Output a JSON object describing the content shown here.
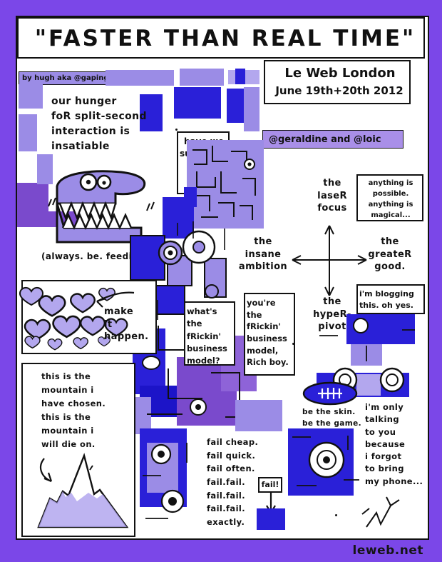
{
  "meta": {
    "kind": "hand-drawn cartoon illustration / sketchnote",
    "colors": {
      "border_purple": "#7b47e8",
      "ink": "#111111",
      "blue": "#2a20d8",
      "lavender": "#9b8ce6",
      "purple": "#7a4acc",
      "paper": "#ffffff"
    }
  },
  "title": "\"FASTER THAN REAL TIME\"",
  "byline": "by hugh aka @gapingvoid",
  "event": {
    "name": "Le Web London",
    "dates": "June 19th+20th 2012"
  },
  "hosts": "@geraldine and @loic",
  "footer": "leweb.net",
  "notes": {
    "hunger": "our hunger\nfoR split-second\ninteraction is\ninsatiable",
    "feeding": "(always. be. feeding.)",
    "suspended": "have we\nsuspended\nReality\nyet?",
    "magical": "anything is\npossible.\nanything is\nmagical...",
    "make_it_happen": "make\nit\nhappen.",
    "business_model_q": "what's the\nfRickin'\nbusiness\nmodel?",
    "business_model_a": "you're\nthe\nfRickin'\nbusiness\nmodel,\nRich boy.",
    "blogging": "i'm blogging\nthis. oh yes.",
    "mountain": "this is the\nmountain i\nhave chosen.\nthis is the\nmountain i\nwill die on.",
    "skin_game": "be the skin.\nbe the game.",
    "phone": "i'm only\ntalking\nto you\nbecause\ni forgot\nto bring\nmy phone...",
    "fail": "fail cheap.\nfail quick.\nfail often.\nfail.fail.\nfail.fail.\nfail.fail.\nexactly.",
    "fail_tag": "fail!"
  },
  "axis": {
    "up": "the\nlaseR\nfocus",
    "left": "the\ninsane\nambition",
    "right": "the\ngreateR\ngood.",
    "down": "the\nhypeR-\npivot"
  }
}
